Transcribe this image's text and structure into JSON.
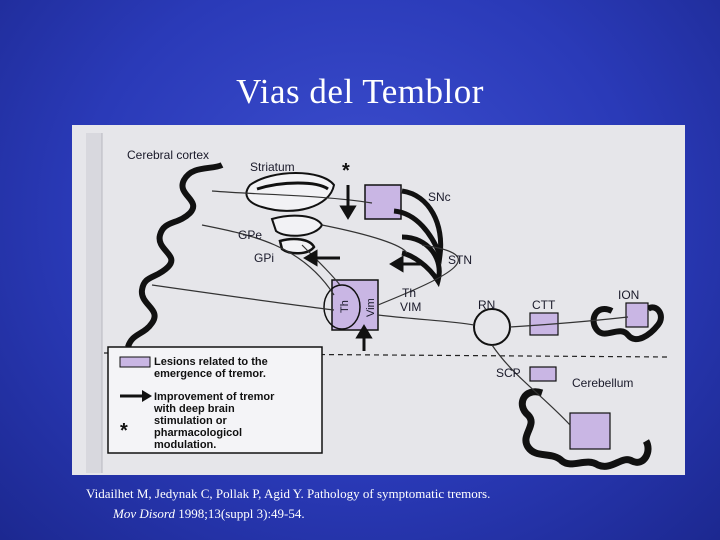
{
  "slide": {
    "title": "Vias del Temblor"
  },
  "diagram": {
    "labels": {
      "cerebral_cortex": "Cerebral cortex",
      "striatum": "Striatum",
      "snc": "SNc",
      "gpe": "GPe",
      "gpi": "GPi",
      "stn": "STN",
      "th": "Th",
      "vim_vertical": "Vim",
      "th_vim_line1": "Th",
      "th_vim_line2": "VIM",
      "rn": "RN",
      "ctt": "CTT",
      "ion": "ION",
      "scp": "SCP",
      "cerebellum": "Cerebellum",
      "asterisk": "*"
    },
    "legend": {
      "lesions_line1": "Lesions related to the",
      "lesions_line2": "emergence of tremor.",
      "improve_line1": "Improvement of tremor",
      "improve_line2": "with deep brain",
      "improve_line3": "stimulation or",
      "improve_line4": "pharmacologicol",
      "improve_line5": "modulation.",
      "asterisk": "*"
    },
    "colors": {
      "lesion_fill": "#c9b6e4",
      "stroke": "#222233",
      "panel": "#e6e6ea"
    }
  },
  "citation": {
    "authors": "Vidailhet M, Jedynak C, Pollak P, Agid Y. Pathology of symptomatic tremors.",
    "journal": "Mov Disord",
    "details": " 1998;13(suppl 3):49-54."
  }
}
